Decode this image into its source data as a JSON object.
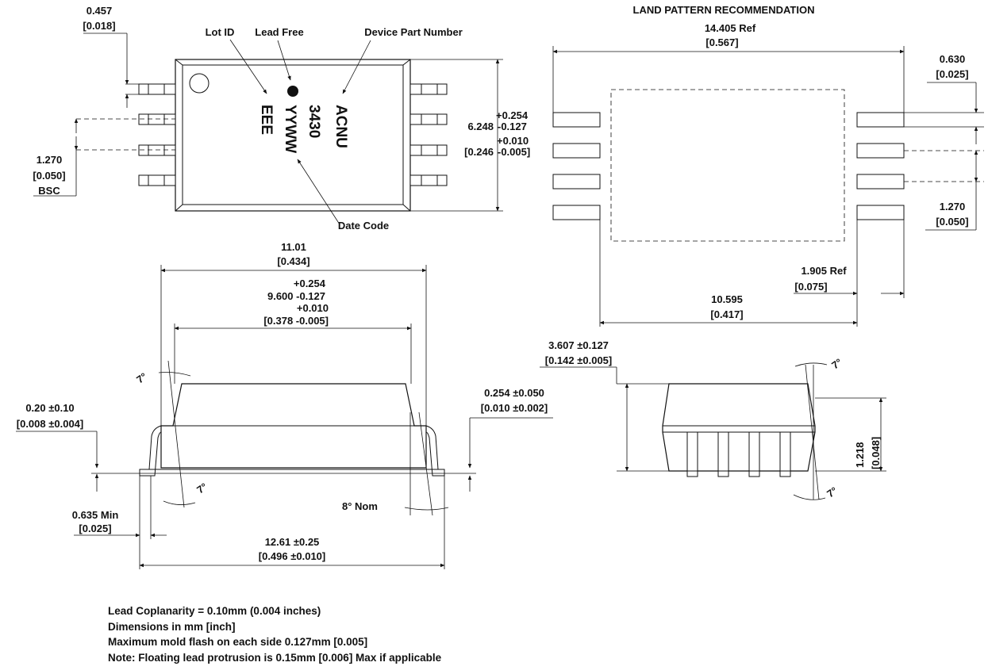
{
  "top_view": {
    "lead_width": "0.457",
    "lead_width_in": "[0.018]",
    "pitch": "1.270",
    "pitch_in": "[0.050]",
    "pitch_note": "BSC",
    "label_lot_id": "Lot ID",
    "label_lead_free": "Lead Free",
    "label_part_number": "Device Part Number",
    "label_date_code": "Date Code",
    "marking_part": "ACNU",
    "marking_date": "3430",
    "marking_date_fmt": "YYWW",
    "marking_lot": "EEE",
    "width_nominal": "6.248",
    "width_tol_plus": "+0.254",
    "width_tol_minus": "-0.127",
    "width_in_nominal": "[0.246",
    "width_in_tol_plus": "+0.010",
    "width_in_tol_minus": "-0.005]"
  },
  "side_view": {
    "overall_body": "11.01",
    "overall_body_in": "[0.434]",
    "body_length_tol_plus": "+0.254",
    "body_length": "9.600  -0.127",
    "body_length_in_tol_plus": "+0.010",
    "body_length_in": "[0.378  -0.005]",
    "standoff": "0.20 ±0.10",
    "standoff_in": "[0.008 ±0.004]",
    "lead_thickness": "0.254 ±0.050",
    "lead_thickness_in": "[0.010 ±0.002]",
    "angle_7": "7°",
    "angle_8": "8°  Nom",
    "foot_min": "0.635 Min",
    "foot_min_in": "[0.025]",
    "span": "12.61 ±0.25",
    "span_in": "[0.496 ±0.010]"
  },
  "land_pattern": {
    "title": "LAND PATTERN RECOMMENDATION",
    "overall_ref": "14.405  Ref",
    "overall_ref_in": "[0.567]",
    "pad_width": "0.630",
    "pad_width_in": "[0.025]",
    "pitch": "1.270",
    "pitch_in": "[0.050]",
    "pad_length_ref": "1.905   Ref",
    "pad_length_ref_in": "[0.075]",
    "inner_span": "10.595",
    "inner_span_in": "[0.417]"
  },
  "end_view": {
    "height": "3.607 ±0.127",
    "height_in": "[0.142 ±0.005]",
    "angle_7": "7°",
    "seat": "1.218",
    "seat_in": "[0.048]"
  },
  "notes": [
    "Lead Coplanarity = 0.10mm (0.004 inches)",
    "Dimensions in mm [inch]",
    "Maximum mold flash on each side 0.127mm [0.005]",
    "Note: Floating lead protrusion is 0.15mm [0.006] Max if applicable"
  ]
}
